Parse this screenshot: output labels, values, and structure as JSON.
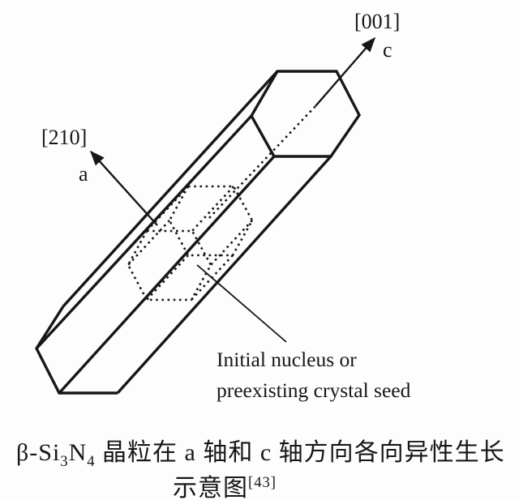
{
  "figure": {
    "axis_labels": {
      "c_direction": "[001]",
      "c_axis": "c",
      "a_direction": "[210]",
      "a_axis": "a"
    },
    "annotation": {
      "line1": "Initial nucleus or",
      "line2": "preexisting crystal seed"
    },
    "colors": {
      "line": "#171717",
      "background": "#fdfdfd"
    }
  },
  "caption": {
    "formula": {
      "prefix": "β-Si",
      "sub1": "3",
      "mid": "N",
      "sub2": "4"
    },
    "line1_rest": " 晶粒在 a 轴和 c 轴方向各向异性生长",
    "line2_text": "示意图",
    "line2_citation": "[43]"
  }
}
